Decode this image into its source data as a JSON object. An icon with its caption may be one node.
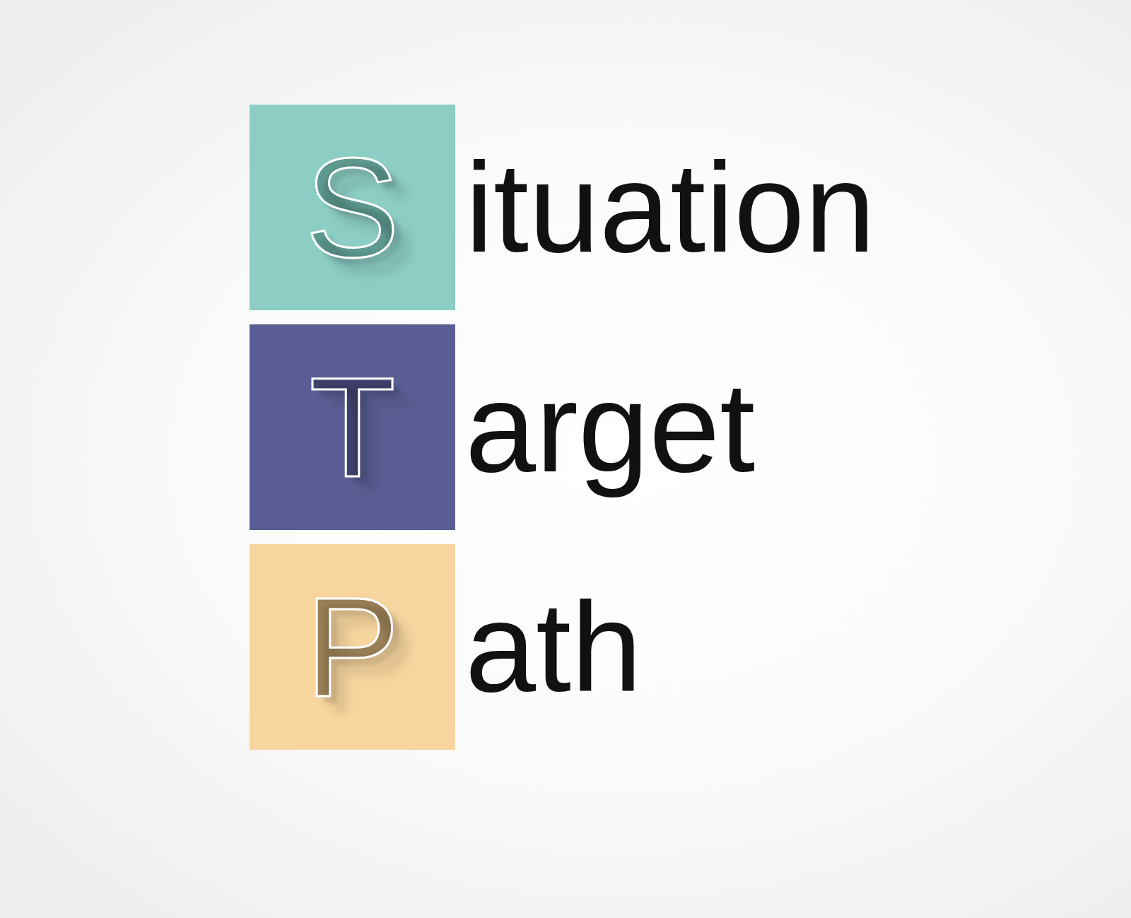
{
  "diagram": {
    "nodes": [
      {
        "text": [
          "S"
        ],
        "beside": [
          "ituation"
        ]
      },
      {
        "text": [
          "T"
        ],
        "beside": [
          "arget"
        ]
      },
      {
        "text": [
          "P"
        ],
        "beside": [
          "ath"
        ]
      }
    ]
  }
}
